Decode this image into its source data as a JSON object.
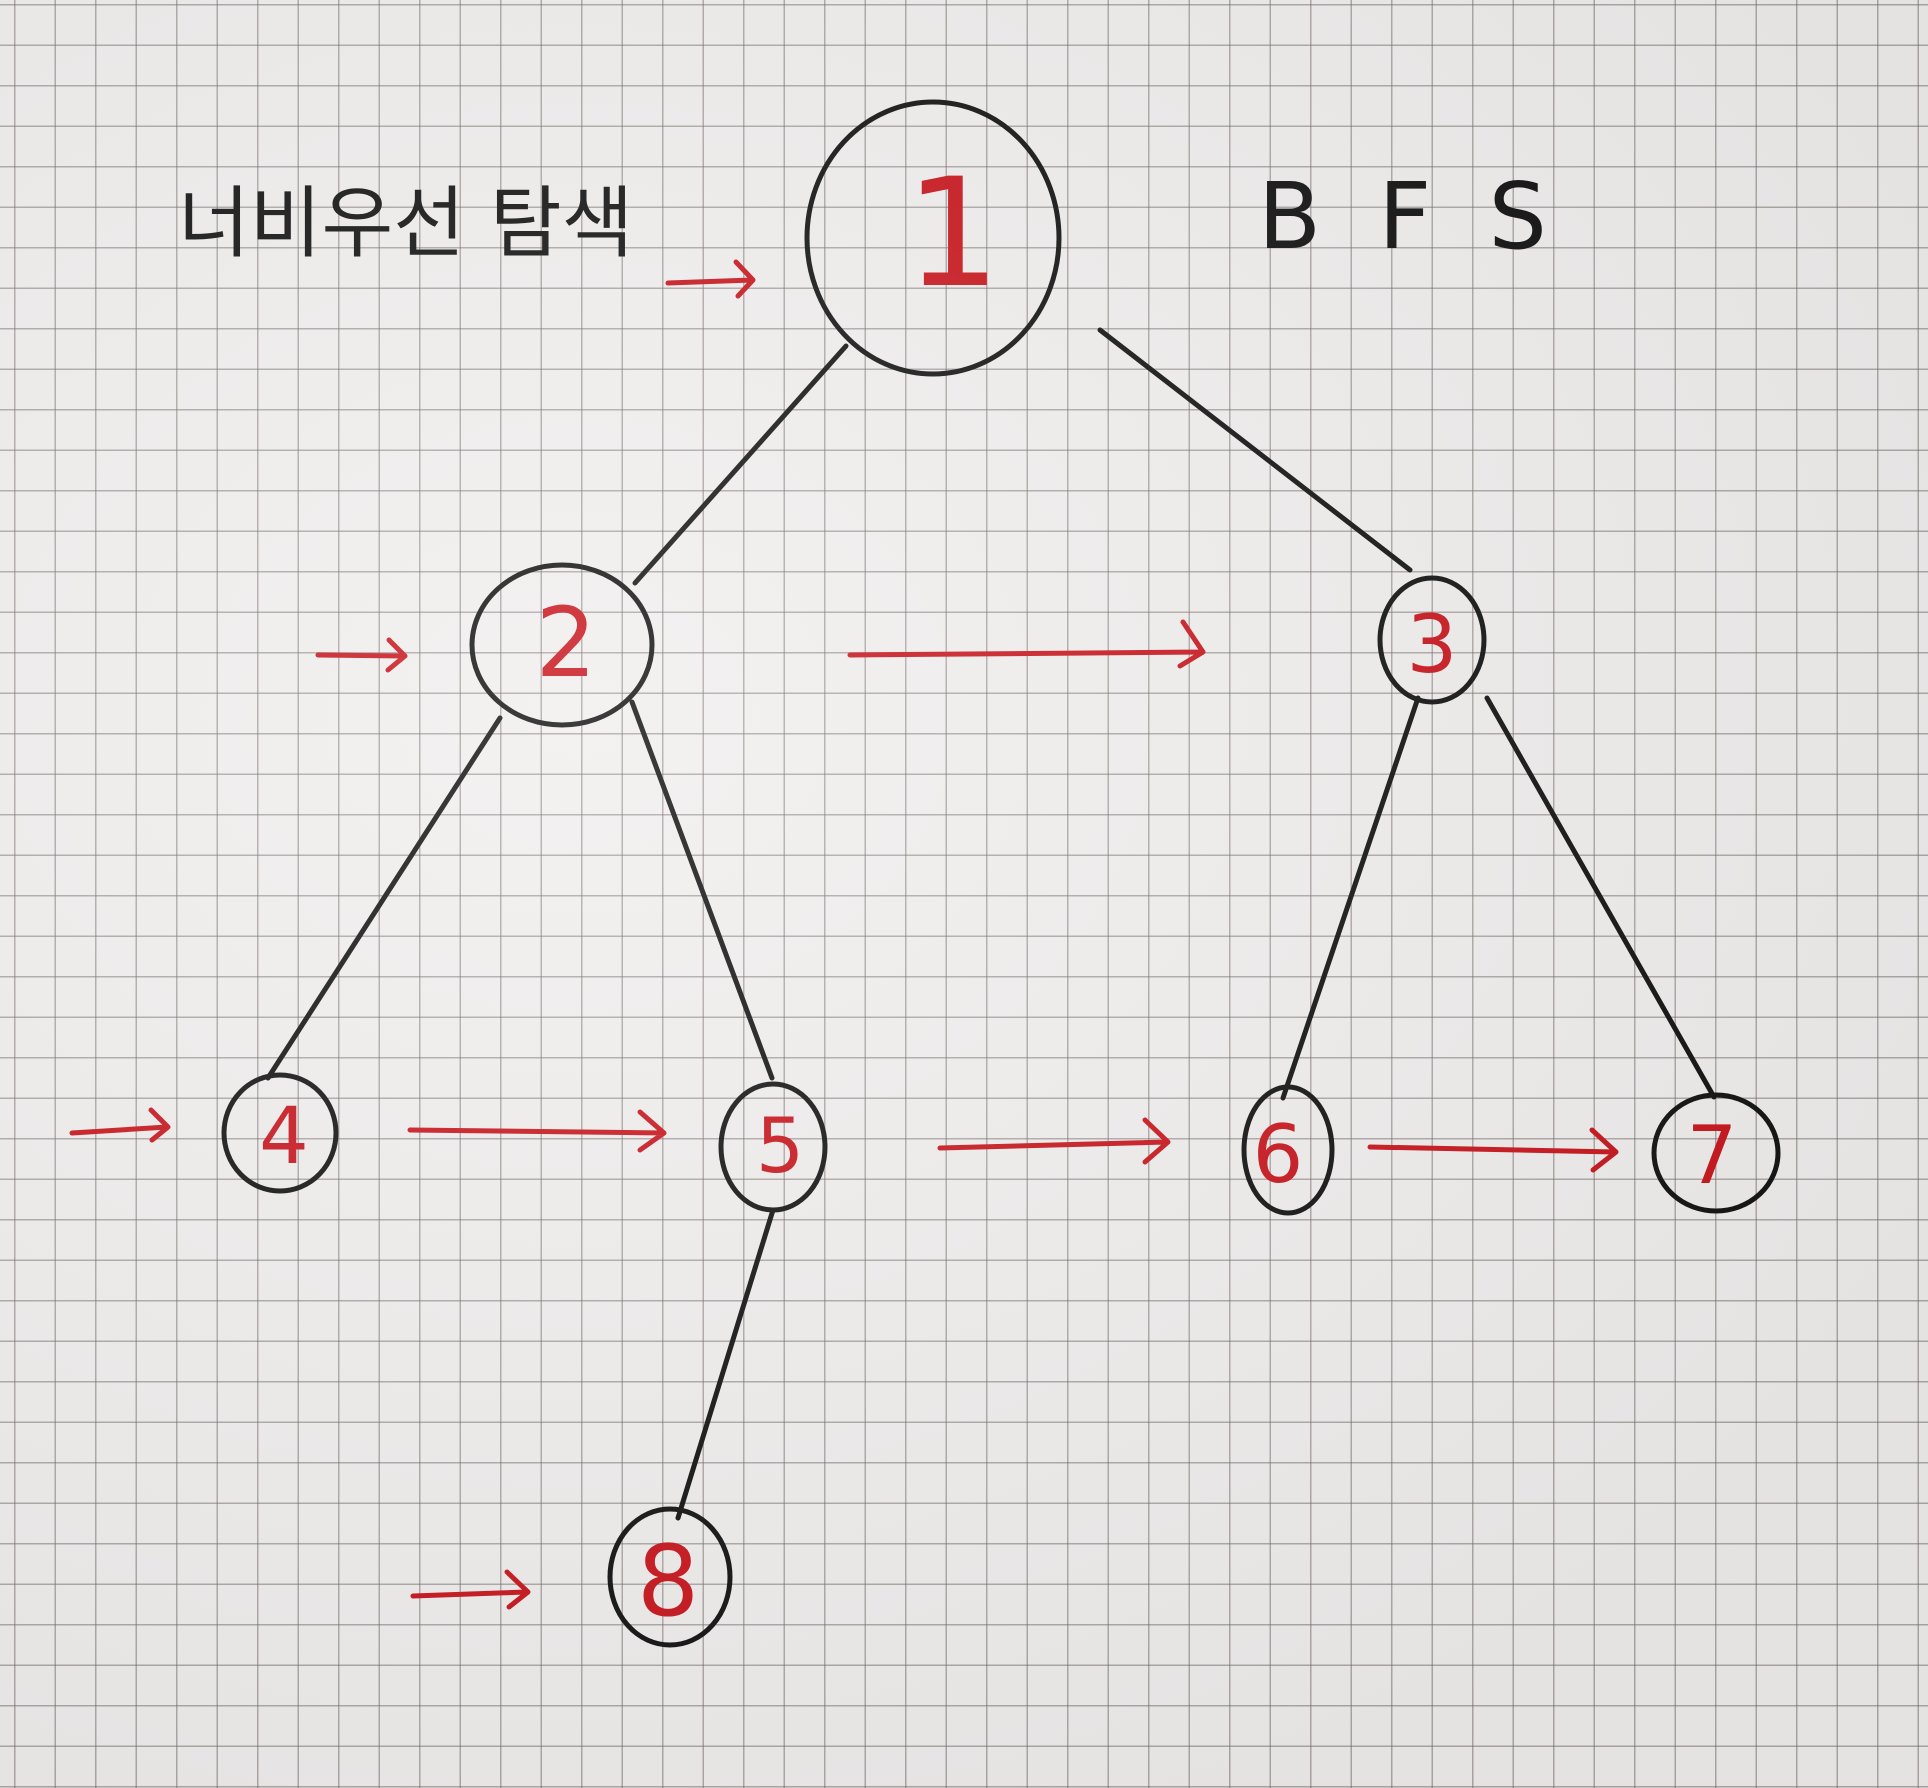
{
  "title_korean": "너비우선 탐색",
  "title_english": "B F S",
  "colors": {
    "paper": "#f1efee",
    "grid": "#8a7f7f",
    "ink_black": "#111111",
    "ink_red": "#c8141b"
  },
  "nodes": [
    {
      "id": "1",
      "label": "1"
    },
    {
      "id": "2",
      "label": "2"
    },
    {
      "id": "3",
      "label": "3"
    },
    {
      "id": "4",
      "label": "4"
    },
    {
      "id": "5",
      "label": "5"
    },
    {
      "id": "6",
      "label": "6"
    },
    {
      "id": "7",
      "label": "7"
    },
    {
      "id": "8",
      "label": "8"
    }
  ],
  "edges": [
    {
      "from": "1",
      "to": "2"
    },
    {
      "from": "1",
      "to": "3"
    },
    {
      "from": "2",
      "to": "4"
    },
    {
      "from": "2",
      "to": "5"
    },
    {
      "from": "3",
      "to": "6"
    },
    {
      "from": "3",
      "to": "7"
    },
    {
      "from": "5",
      "to": "8"
    }
  ],
  "visit_order": [
    "1",
    "2",
    "3",
    "4",
    "5",
    "6",
    "7",
    "8"
  ]
}
